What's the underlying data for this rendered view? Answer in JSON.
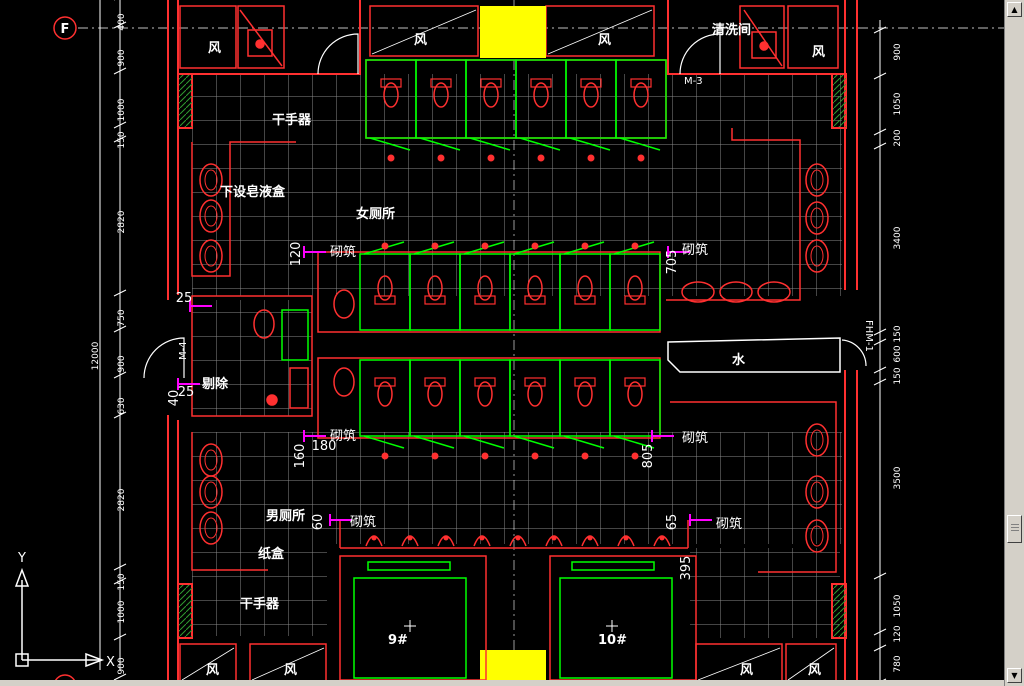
{
  "drawing": {
    "axis_label": "F",
    "rooms": {
      "womens": "女厕所",
      "mens": "男厕所",
      "cleaning": "清洗间",
      "water": "水",
      "stair_left": "9#",
      "stair_right": "10#"
    },
    "fan_label": "风",
    "annotations": {
      "dryer_top": "干手器",
      "dryer_bottom": "干手器",
      "soap": "下设皂液盒",
      "paper": "纸盒",
      "remove": "剔除",
      "masonry": "砌筑"
    },
    "doors": {
      "m3": "M-3",
      "m4": "M-4",
      "fhm": "FHM-1"
    },
    "dims_left": [
      "400",
      "900",
      "1000",
      "150",
      "2820",
      "750",
      "900",
      "630",
      "2820",
      "150",
      "1000",
      "900",
      "12000"
    ],
    "dims_right": [
      "900",
      "1050",
      "200",
      "3400",
      "150",
      "600",
      "150",
      "3500",
      "1050",
      "120",
      "780"
    ],
    "dims_magenta": [
      "120",
      "705",
      "25",
      "40",
      "25",
      "160",
      "180",
      "805",
      "60",
      "65",
      "395"
    ],
    "ucs": {
      "y": "Y",
      "x": "X"
    },
    "colors": {
      "background": "#000000",
      "wall": "#ff3030",
      "partition": "#00ff00",
      "grid": "#8a8a8a",
      "dimension": "#ffffff",
      "magenta": "#ff00ff",
      "yellow": "#ffff00"
    }
  },
  "ui": {
    "scroll_up": "▲",
    "scroll_down": "▼"
  }
}
